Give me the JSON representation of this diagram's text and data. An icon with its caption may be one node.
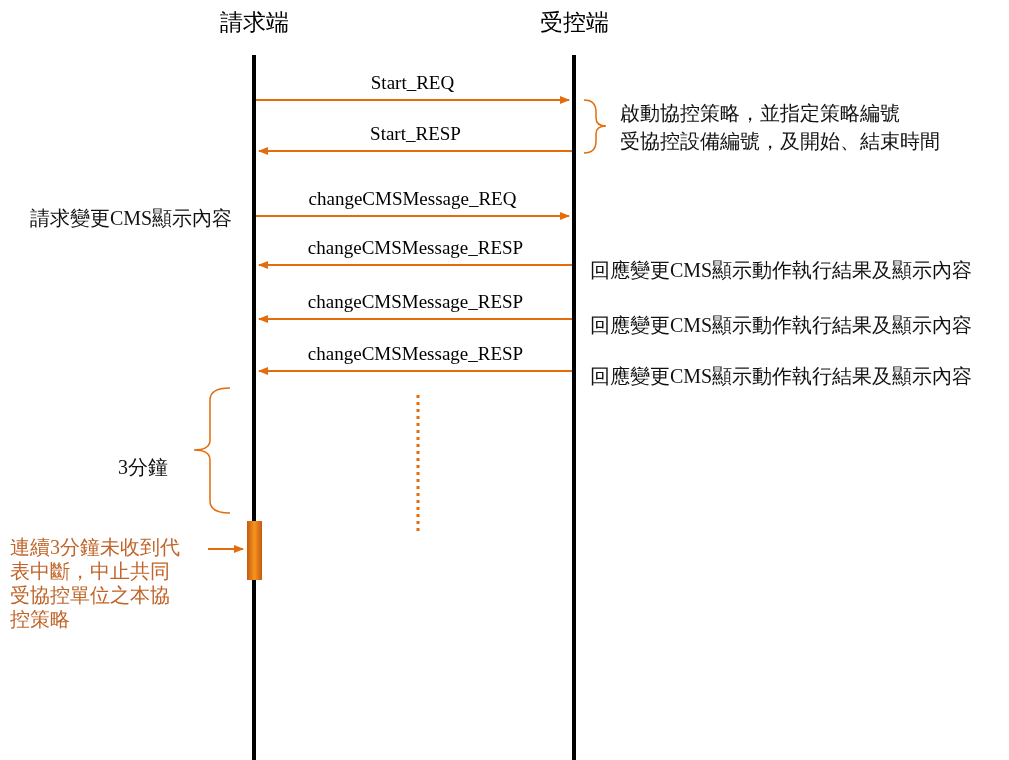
{
  "diagram": {
    "nodes": [
      {
        "text": [
          "請求端"
        ]
      },
      {
        "text": [
          "受控端"
        ]
      },
      {
        "text": [
          "連續3分鐘未收到代表中斷，中止共同受協控單位之本協控策略"
        ]
      },
      {
        "text": [],
        "shape": "bar"
      }
    ],
    "edges": [
      {
        "from": 0,
        "to": 1,
        "arrow": "to",
        "label": "Start_REQ"
      },
      {
        "from": 1,
        "to": 0,
        "arrow": "to",
        "label": "Start_RESP"
      },
      {
        "from": 0,
        "to": 1,
        "arrow": "to",
        "label": "changeCMSMessage_REQ"
      },
      {
        "from": 1,
        "to": 0,
        "arrow": "to",
        "label": "changeCMSMessage_RESP"
      },
      {
        "from": 1,
        "to": 0,
        "arrow": "to",
        "label": "changeCMSMessage_RESP"
      },
      {
        "from": 1,
        "to": 0,
        "arrow": "to",
        "label": "changeCMSMessage_RESP"
      },
      {
        "from": 2,
        "to": 3,
        "arrow": "to"
      }
    ],
    "labels": [
      "啟動協控策略，並指定策略編號",
      "受協控設備編號，及開始、結束時間",
      "請求變更CMS顯示內容",
      "回應變更CMS顯示動作執行結果及顯示內容",
      "回應變更CMS顯示動作執行結果及顯示內容",
      "回應變更CMS顯示動作執行結果及顯示內容",
      "3分鐘"
    ]
  }
}
